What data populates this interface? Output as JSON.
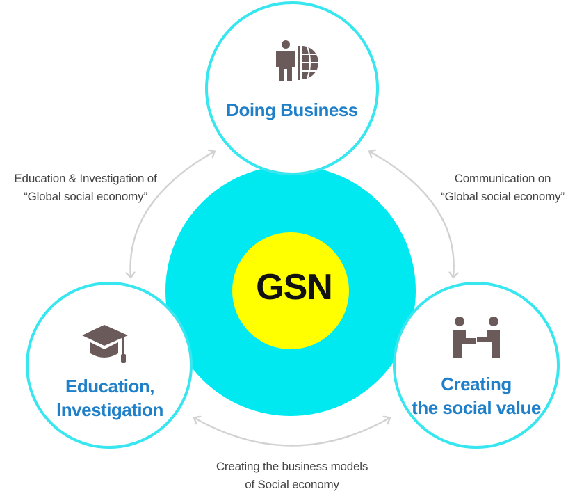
{
  "center": {
    "label": "GSN"
  },
  "nodes": {
    "top": {
      "title": "Doing Business",
      "icon": "businessman-globe-icon"
    },
    "left": {
      "title_lines": [
        "Education,",
        "Investigation"
      ],
      "icon": "graduation-cap-icon"
    },
    "right": {
      "title_lines": [
        "Creating",
        "the social value"
      ],
      "icon": "handshake-icon"
    }
  },
  "connectors": {
    "left": {
      "lines": [
        "Education & Investigation of",
        "“Global social economy”"
      ]
    },
    "right": {
      "lines": [
        "Communication on",
        "“Global social economy”"
      ]
    },
    "bottom": {
      "lines": [
        "Creating the business models",
        "of Social economy"
      ]
    }
  },
  "colors": {
    "ring": "#37e6ee",
    "core": "#00e8f0",
    "center_fill": "#ffff00",
    "title": "#1f7fc8",
    "icon": "#6b5a5a",
    "arrow": "#d2d2d2",
    "text": "#444444"
  }
}
